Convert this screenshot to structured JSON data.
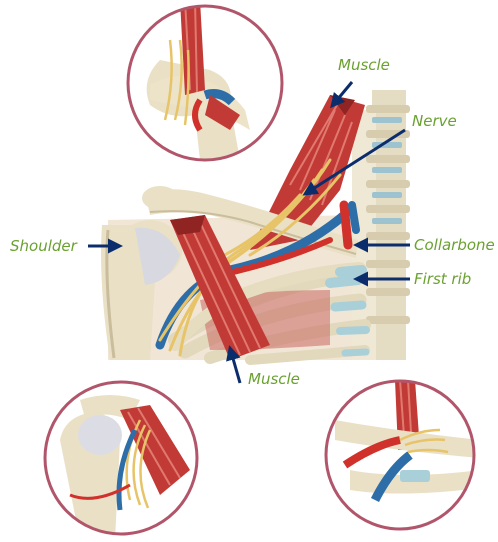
{
  "labels": {
    "muscle_top": "Muscle",
    "nerve": "Nerve",
    "shoulder": "Shoulder",
    "collarbone": "Collarbone",
    "first_rib": "First rib",
    "muscle_bottom": "Muscle"
  },
  "colors": {
    "label_text": "#6aa130",
    "arrow": "#0c2d6b",
    "circle_border": "#b1566a",
    "muscle": "#c23a35",
    "muscle_dark": "#8f2422",
    "bone": "#e9e0c6",
    "bone_shadow": "#c9bd9c",
    "nerve": "#e7c468",
    "artery": "#d0312b",
    "vein": "#2e6ea8"
  }
}
